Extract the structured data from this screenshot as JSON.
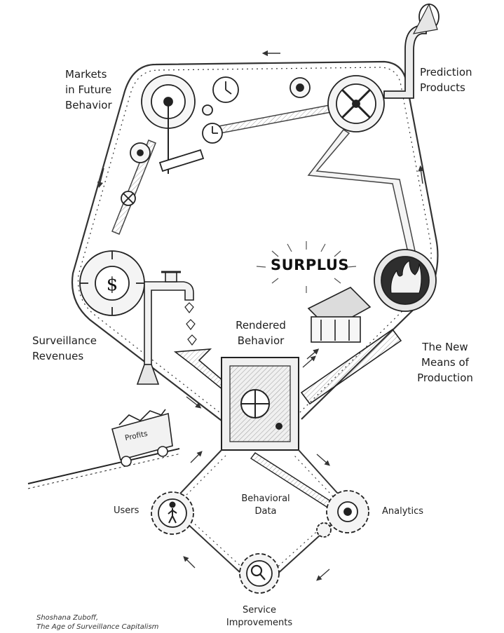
{
  "labels": {
    "markets": "Markets\nin Future\nBehavior",
    "prediction": "Prediction\nProducts",
    "surplus": "SURPLUS",
    "revenues": "Surveillance\nRevenues",
    "rendered": "Rendered\nBehavior",
    "means": "The New\nMeans of\nProduction",
    "profits": "Profits",
    "users": "Users",
    "behavioral_data": "Behavioral\nData",
    "analytics": "Analytics",
    "service": "Service\nImprovements"
  },
  "credit": {
    "author": "Shoshana Zuboff,",
    "title": "The Age of Surveillance Capitalism"
  },
  "icons": {
    "dollar": "$"
  },
  "colors": {
    "ink": "#1e1e1e",
    "belt": "#8a8a8a",
    "flame": "#3a3a3a"
  }
}
